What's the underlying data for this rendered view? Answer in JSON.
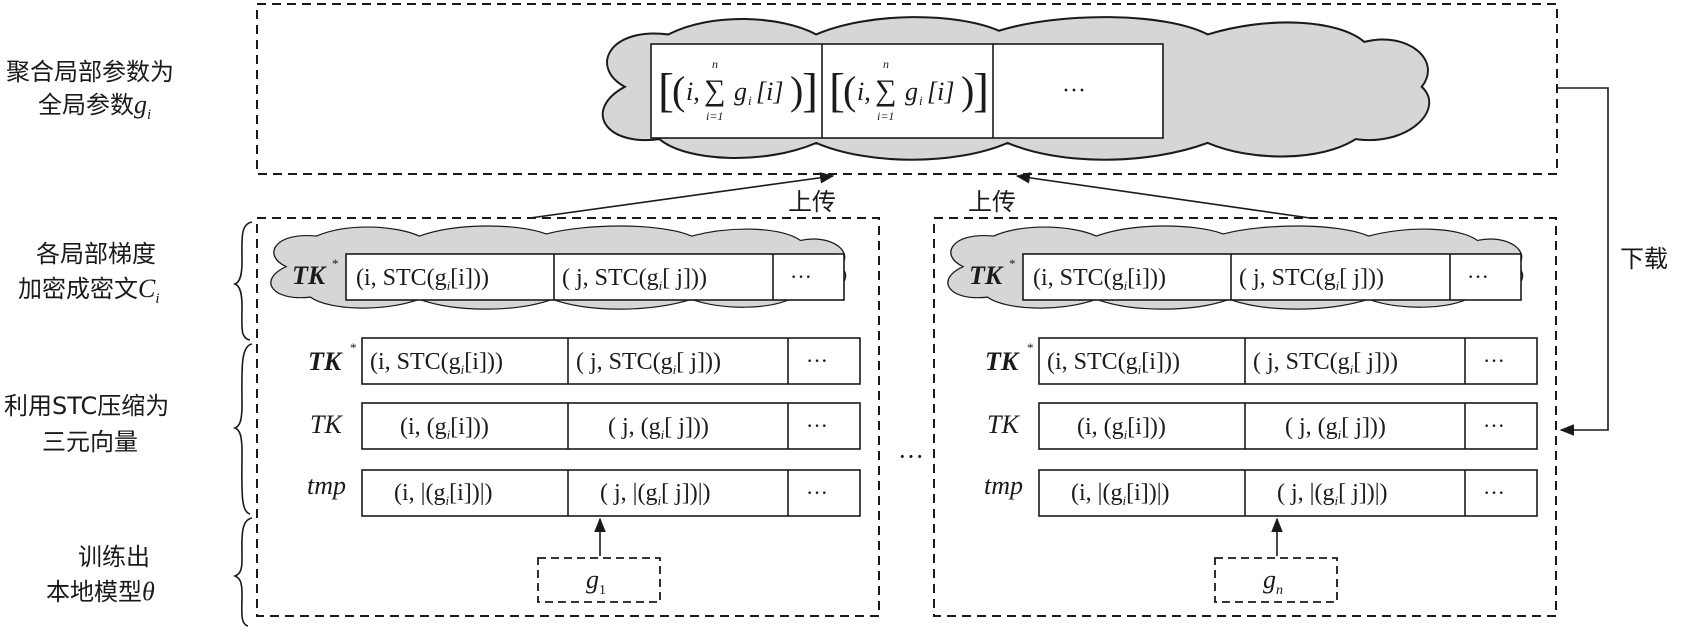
{
  "left_labels": {
    "aggregate": {
      "line1": "聚合局部参数为",
      "line2_text": "全局参数",
      "line2_var": "g",
      "line2_sub": "i"
    },
    "encrypt": {
      "line1": "各局部梯度",
      "line2_text": "加密成密文",
      "line2_var": "C",
      "line2_sub": "i"
    },
    "compress": {
      "line1": "利用STC压缩为",
      "line2": "三元向量"
    },
    "train": {
      "line1": "训练出",
      "line2_text": "本地模型",
      "line2_var": "θ"
    }
  },
  "right_label": "下载",
  "upload_label": "上传",
  "global_cloud": {
    "cell_i": "i,",
    "sum_upper": "n",
    "sum_lower": "i=1",
    "sum_symbol": "∑",
    "sum_term": "g",
    "sum_term_sub": "i",
    "sum_term_idx": "[i]",
    "ellipsis": "···"
  },
  "row_labels": {
    "tk_star": "TK",
    "star": "*",
    "tk": "TK",
    "tmp": "tmp"
  },
  "cells": {
    "stc_i": "(i, STC(g",
    "stc_i_tail": "[i]))",
    "stc_j": "( j, STC(g",
    "stc_j_tail": "[ j]))",
    "tk_i": "(i, (g",
    "tk_i_tail": "[i]))",
    "tk_j": "( j, (g",
    "tk_j_tail": "[ j]))",
    "tmp_i": "(i, |(g",
    "tmp_i_tail": "[i])|)",
    "tmp_j": "( j, |(g",
    "tmp_j_tail": "[ j])|)",
    "sub": "i",
    "ellipsis": "···"
  },
  "clients": [
    {
      "gradient_var": "g",
      "gradient_sub": "1"
    },
    {
      "gradient_var": "g",
      "gradient_sub": "n"
    }
  ],
  "between_clients": "···"
}
